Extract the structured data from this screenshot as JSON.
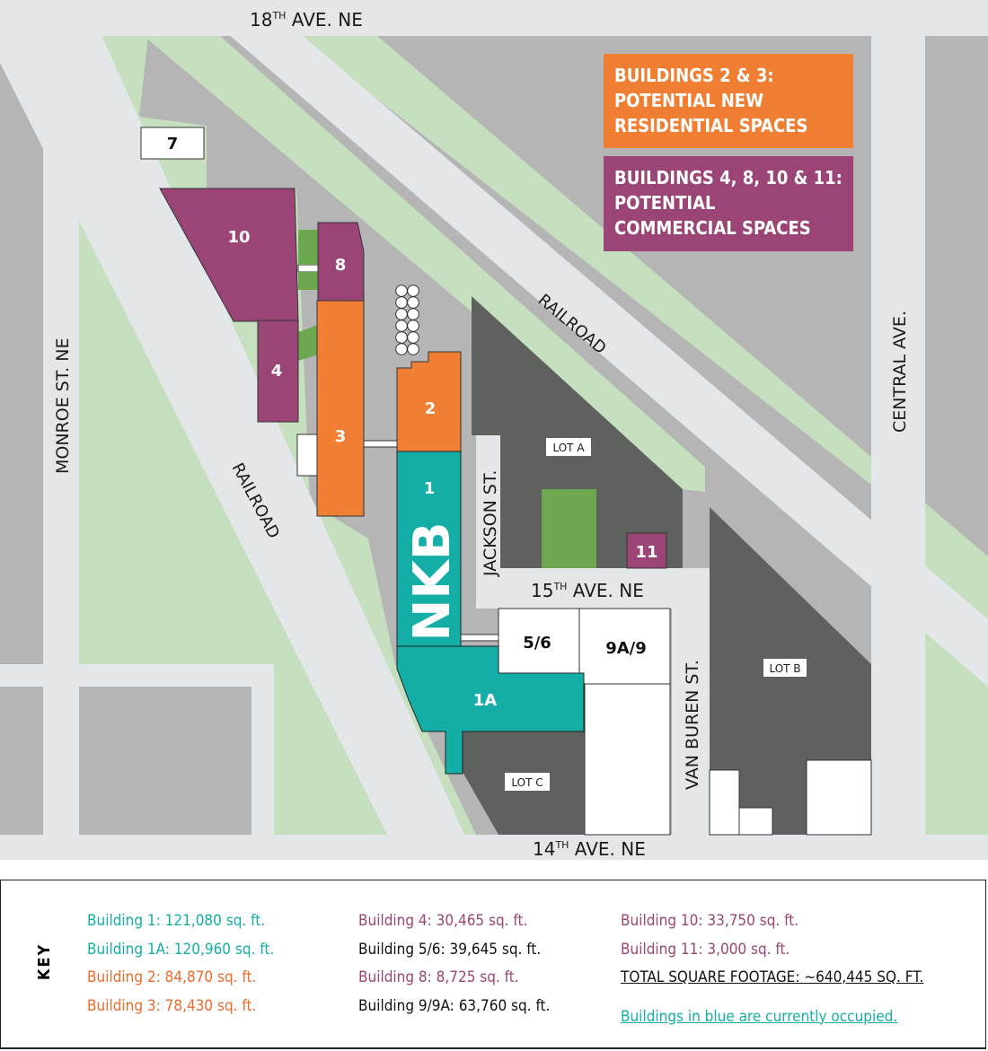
{
  "streets": {
    "ave18": {
      "num": "18",
      "sup": "TH",
      "rest": " AVE. NE"
    },
    "ave15": {
      "num": "15",
      "sup": "TH",
      "rest": " AVE. NE"
    },
    "ave14": {
      "num": "14",
      "sup": "TH",
      "rest": " AVE. NE"
    },
    "monroe": "MONROE ST. NE",
    "central": "CENTRAL AVE.",
    "jackson": "JACKSON ST.",
    "vanburen": "VAN BUREN ST.",
    "railroad_upper": "RAILROAD",
    "railroad_lower": "RAILROAD"
  },
  "lots": {
    "a": "LOT A",
    "b": "LOT B",
    "c": "LOT C"
  },
  "buildings": {
    "b1": "1",
    "b1a": "1A",
    "b2": "2",
    "b3": "3",
    "b4": "4",
    "b56": "5/6",
    "b7": "7",
    "b8": "8",
    "b99a": "9A/9",
    "b10": "10",
    "b11": "11",
    "nkb": "NKB"
  },
  "callouts": {
    "residential": [
      "BUILDINGS 2 & 3:",
      "POTENTIAL NEW",
      "RESIDENTIAL SPACES"
    ],
    "commercial": [
      "BUILDINGS 4, 8, 10 & 11:",
      "POTENTIAL",
      "COMMERCIAL SPACES"
    ]
  },
  "key": {
    "title": "KEY",
    "col1": [
      "Building 1: 121,080 sq. ft.",
      "Building 1A: 120,960 sq. ft.",
      "Building 2: 84,870 sq. ft.",
      "Building 3: 78,430 sq. ft."
    ],
    "col2": [
      "Building 4: 30,465 sq. ft.",
      "Building 5/6: 39,645 sq. ft.",
      "Building 8: 8,725 sq. ft.",
      "Building 9/9A: 63,760 sq. ft."
    ],
    "col3": [
      "Building 10: 33,750 sq. ft.",
      "Building 11: 3,000 sq. ft."
    ],
    "total": "TOTAL SQUARE FOOTAGE: ~640,445 SQ. FT.",
    "occupied_note": "Buildings in blue are currently occupied."
  },
  "colors": {
    "occupied": "#14aea7",
    "residential": "#f07f33",
    "commercial": "#9b4576",
    "lot": "#5f615e",
    "road": "#e4e7e9",
    "green": "#c5dfbf",
    "ground": "#b4b5b4"
  }
}
